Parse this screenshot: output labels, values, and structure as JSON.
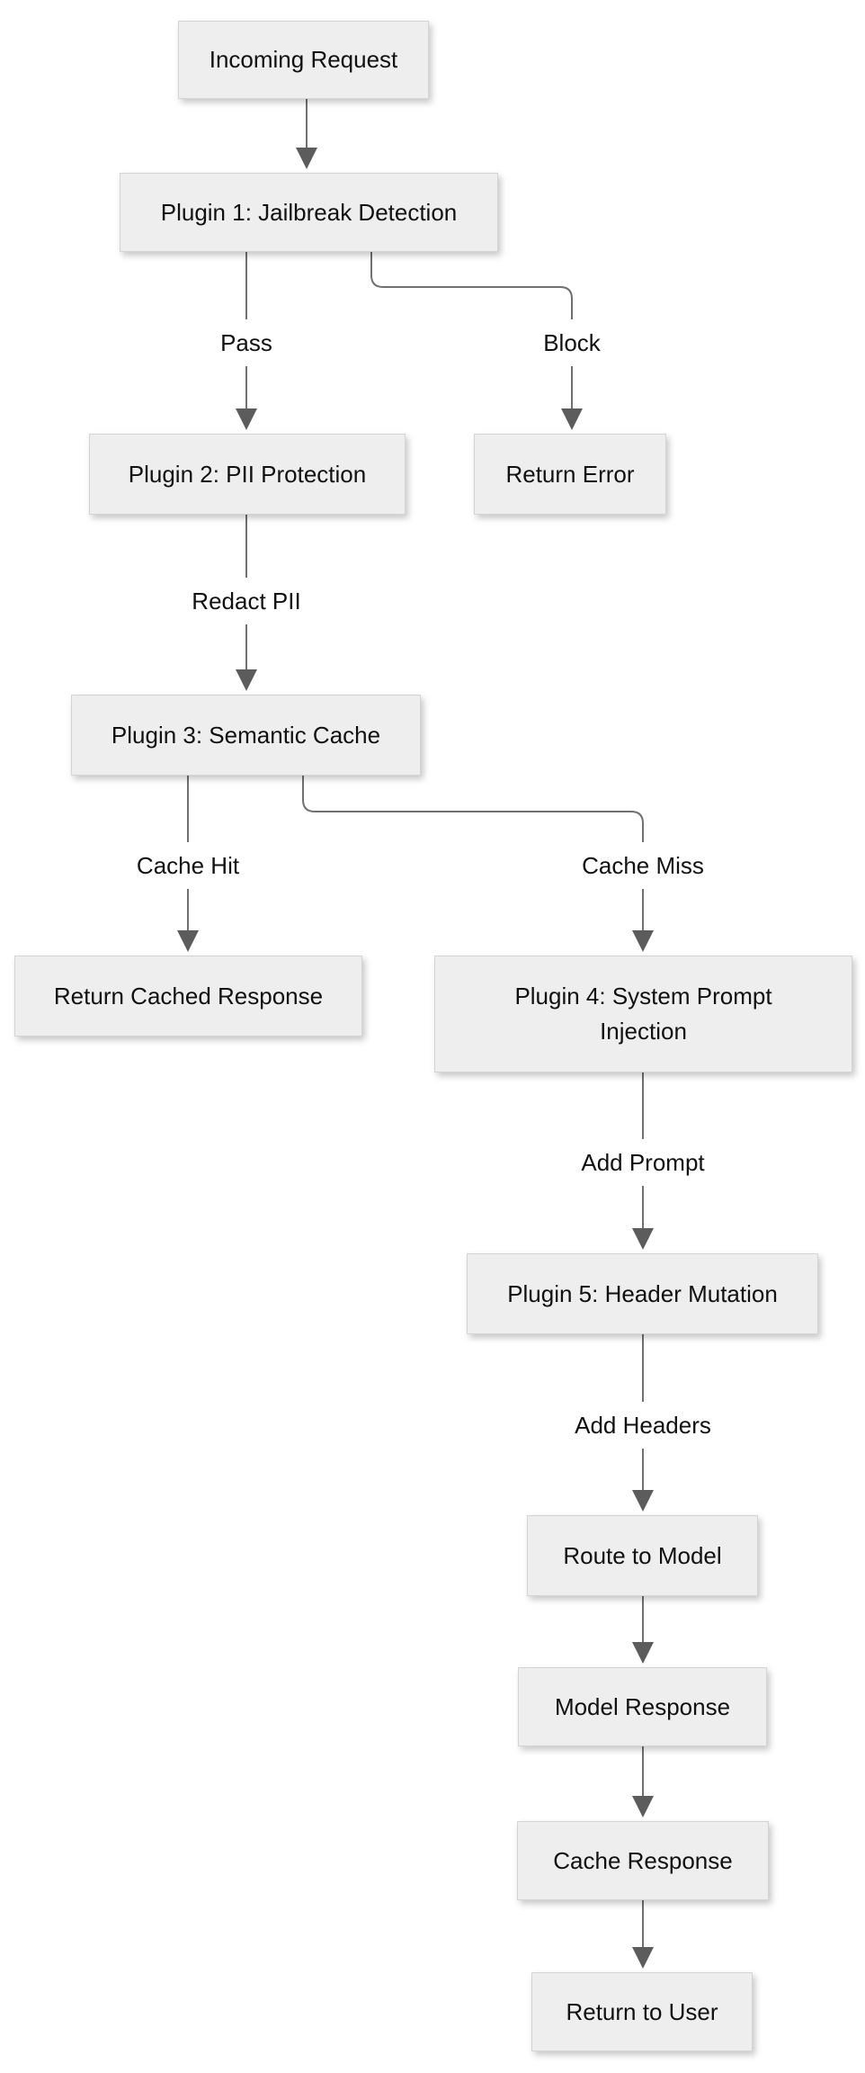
{
  "diagram": {
    "type": "flowchart-top-down",
    "colors": {
      "background": "#ffffff",
      "node_fill": "#eeeeee",
      "node_border": "#d4d4d4",
      "node_text": "#111111",
      "edge_line": "#707070",
      "arrowhead": "#5c5c5c",
      "edge_label_text": "#111111"
    },
    "nodes": [
      {
        "id": "incoming",
        "label": "Incoming Request"
      },
      {
        "id": "plugin1",
        "label": "Plugin 1: Jailbreak Detection"
      },
      {
        "id": "plugin2",
        "label": "Plugin 2: PII Protection"
      },
      {
        "id": "return_error",
        "label": "Return Error"
      },
      {
        "id": "plugin3",
        "label": "Plugin 3: Semantic Cache"
      },
      {
        "id": "return_cached",
        "label": "Return Cached Response"
      },
      {
        "id": "plugin4",
        "label": "Plugin 4: System Prompt Injection"
      },
      {
        "id": "plugin5",
        "label": "Plugin 5: Header Mutation"
      },
      {
        "id": "route_model",
        "label": "Route to Model"
      },
      {
        "id": "model_response",
        "label": "Model Response"
      },
      {
        "id": "cache_response",
        "label": "Cache Response"
      },
      {
        "id": "return_user",
        "label": "Return to User"
      }
    ],
    "edges": [
      {
        "from": "incoming",
        "to": "plugin1",
        "label": ""
      },
      {
        "from": "plugin1",
        "to": "plugin2",
        "label": "Pass"
      },
      {
        "from": "plugin1",
        "to": "return_error",
        "label": "Block"
      },
      {
        "from": "plugin2",
        "to": "plugin3",
        "label": "Redact PII"
      },
      {
        "from": "plugin3",
        "to": "return_cached",
        "label": "Cache Hit"
      },
      {
        "from": "plugin3",
        "to": "plugin4",
        "label": "Cache Miss"
      },
      {
        "from": "plugin4",
        "to": "plugin5",
        "label": "Add Prompt"
      },
      {
        "from": "plugin5",
        "to": "route_model",
        "label": "Add Headers"
      },
      {
        "from": "route_model",
        "to": "model_response",
        "label": ""
      },
      {
        "from": "model_response",
        "to": "cache_response",
        "label": ""
      },
      {
        "from": "cache_response",
        "to": "return_user",
        "label": ""
      }
    ]
  }
}
